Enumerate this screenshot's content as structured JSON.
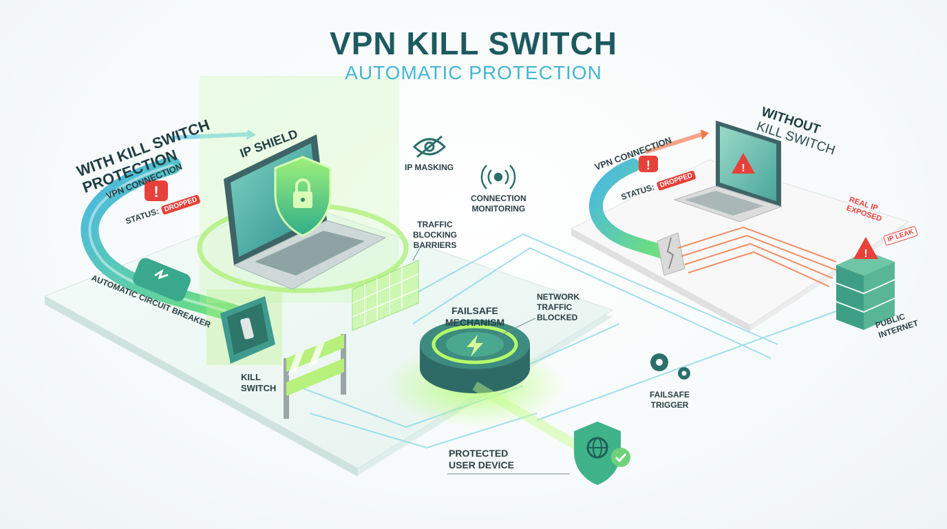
{
  "header": {
    "title": "VPN KILL SWITCH",
    "subtitle": "AUTOMATIC PROTECTION"
  },
  "left_panel": {
    "heading_line1": "WITH KILL SWITCH",
    "heading_line2": "PROTECTION",
    "vpn_connection": "VPN CONNECTION",
    "status_label": "STATUS:",
    "status_value": "DROPPED",
    "ip_shield": "IP SHIELD",
    "circuit_breaker": "AUTOMATIC CIRCUIT BREAKER",
    "kill_switch_line1": "KILL",
    "kill_switch_line2": "SWITCH"
  },
  "features": {
    "ip_masking": "IP MASKING",
    "connection_monitoring_line1": "CONNECTION",
    "connection_monitoring_line2": "MONITORING",
    "traffic_line1": "TRAFFIC",
    "traffic_line2": "BLOCKING",
    "traffic_line3": "BARRIERS",
    "failsafe_line1": "FAILSAFE",
    "failsafe_line2": "MECHANISM",
    "network_line1": "NETWORK",
    "network_line2": "TRAFFIC",
    "network_line3": "BLOCKED",
    "protected_line1": "PROTECTED",
    "protected_line2": "USER DEVICE",
    "failsafe_trigger_line1": "FAILSAFE",
    "failsafe_trigger_line2": "TRIGGER"
  },
  "right_panel": {
    "heading_line1": "WITHOUT",
    "heading_line2": "KILL SWITCH",
    "vpn_connection": "VPN CONNECTION",
    "status_label": "STATUS:",
    "status_value": "DROPPED",
    "real_ip_line1": "REAL IP",
    "real_ip_line2": "EXPOSED",
    "ip_leak": "IP LEAK",
    "public_internet_line1": "PUBLIC",
    "public_internet_line2": "INTERNET"
  },
  "colors": {
    "title": "#1d5a60",
    "subtitle": "#44b6d2",
    "safe_green": "#7fe05a",
    "teal": "#3fa6a0",
    "danger_red": "#e8403a",
    "leak_orange": "#f07a4a"
  },
  "icons": [
    "shield-lock-icon",
    "eye-slash-icon",
    "signal-icon",
    "lightning-icon",
    "globe-shield-icon",
    "gears-icon",
    "warning-icon",
    "broken-plug-icon",
    "server-icon",
    "check-icon"
  ]
}
